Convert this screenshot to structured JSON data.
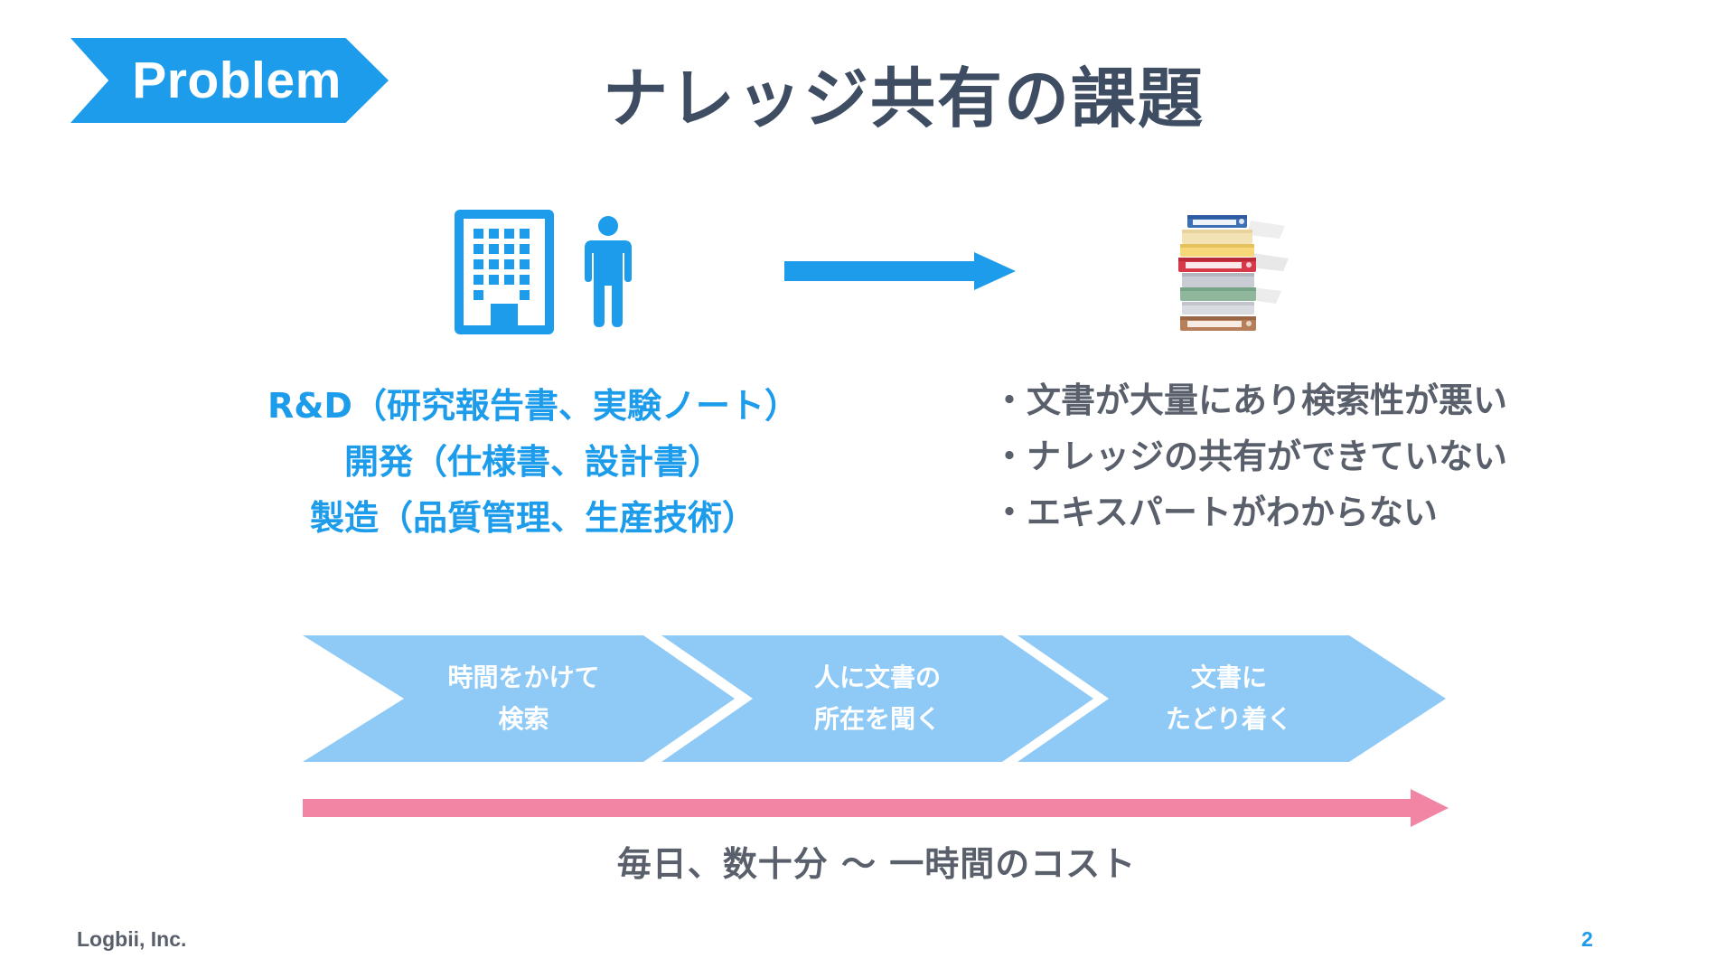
{
  "header": {
    "tag": "Problem",
    "title": "ナレッジ共有の課題"
  },
  "icons": {
    "building": "office-building-icon",
    "person": "person-icon",
    "arrow": "arrow-right-icon",
    "binders": "stacked-binders-icon"
  },
  "categories": [
    "R&D（研究報告書、実験ノート）",
    "開発（仕様書、設計書）",
    "製造（品質管理、生産技術）"
  ],
  "problems": [
    "・文書が大量にあり検索性が悪い",
    "・ナレッジの共有ができていない",
    "・エキスパートがわからない"
  ],
  "process_steps": [
    {
      "line1": "時間をかけて",
      "line2": "検索"
    },
    {
      "line1": "人に文書の",
      "line2": "所在を聞く"
    },
    {
      "line1": "文書に",
      "line2": "たどり着く"
    }
  ],
  "cost_caption": "毎日、数十分 〜 一時間のコスト",
  "footer": {
    "company": "Logbii, Inc.",
    "page": "2"
  },
  "colors": {
    "accent_blue": "#1c9cea",
    "light_blue": "#8fcaf7",
    "title_slate": "#3f4d63",
    "body_gray": "#5a606b",
    "timeline_pink": "#f285a4"
  }
}
